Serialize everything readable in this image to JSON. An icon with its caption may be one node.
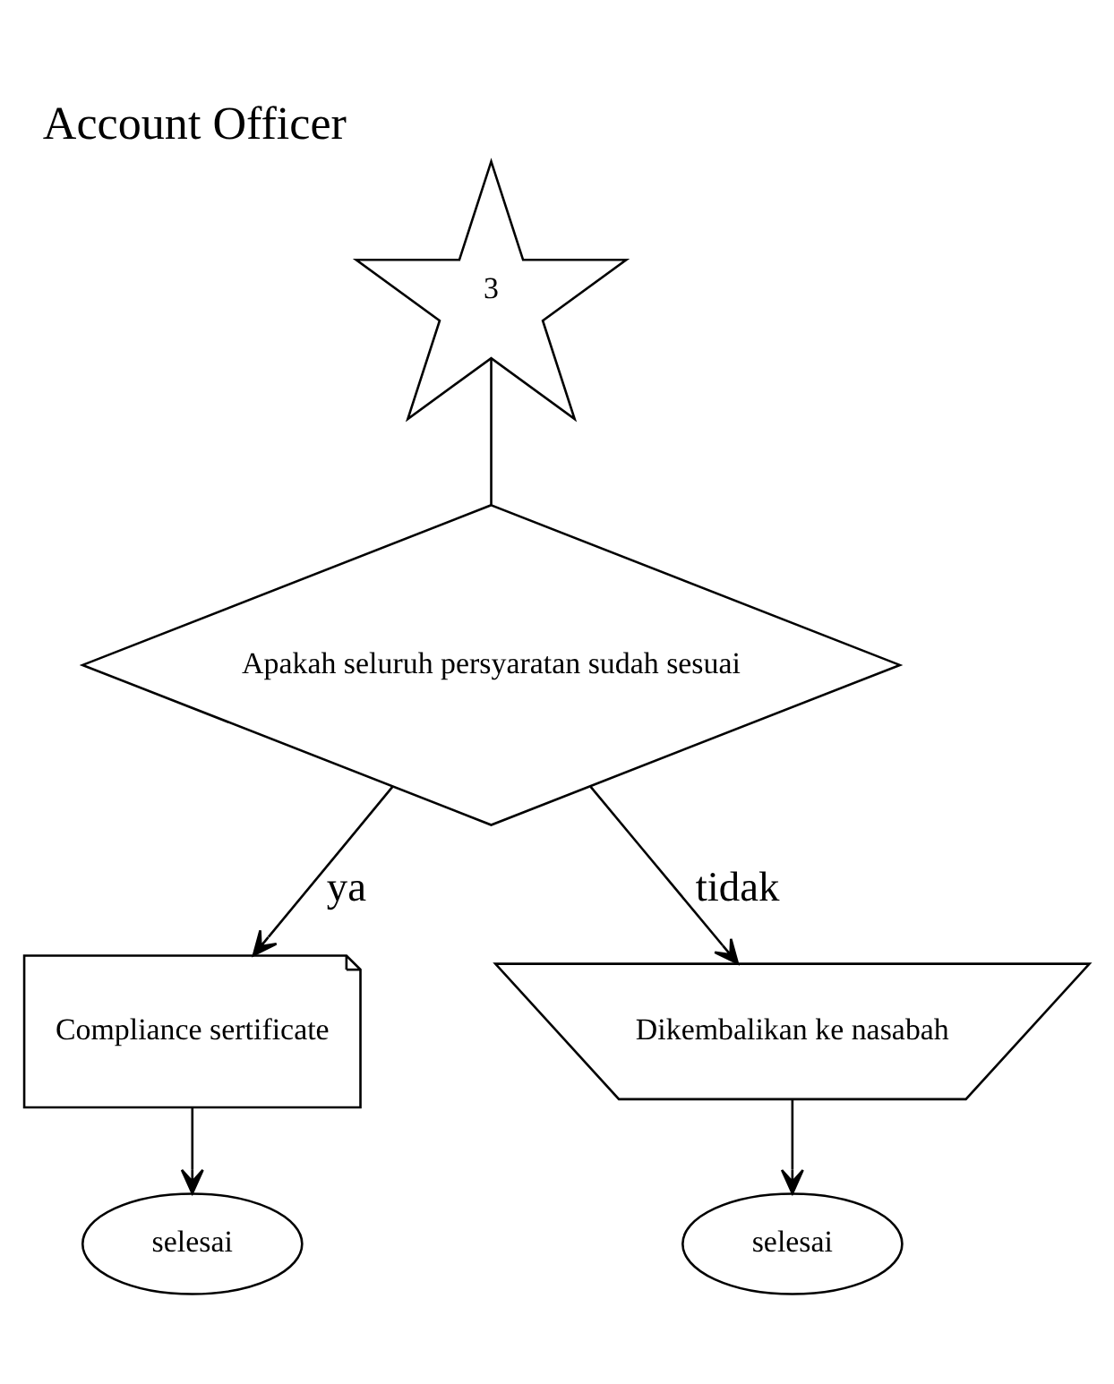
{
  "diagram": {
    "title": "Account Officer",
    "nodes": [
      {
        "text": [
          "3"
        ]
      },
      {
        "text": [
          "Apakah seluruh persyaratan sudah sesuai"
        ]
      },
      {
        "text": [
          "Dikembalikan ke nasabah"
        ]
      },
      {
        "text": [
          "selesai"
        ]
      },
      {
        "text": [
          "Compliance sertificate"
        ]
      },
      {
        "text": [
          "selesai"
        ]
      }
    ],
    "edges": [
      {
        "from": 0,
        "to": 1,
        "arrow": "none"
      },
      {
        "from": 1,
        "to": 2,
        "arrow": "to",
        "label": "tidak"
      },
      {
        "from": 1,
        "to": 4,
        "arrow": "to",
        "label": "ya"
      },
      {
        "from": 2,
        "to": 3,
        "arrow": "to"
      },
      {
        "from": 4,
        "to": 5,
        "arrow": "to"
      }
    ]
  }
}
